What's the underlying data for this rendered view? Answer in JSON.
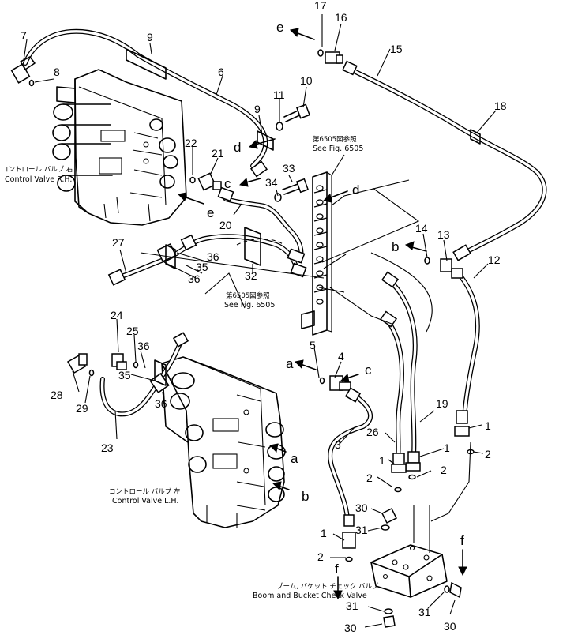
{
  "labels": {
    "n1": "1",
    "n2": "2",
    "n3": "3",
    "n4": "4",
    "n5": "5",
    "n6": "6",
    "n7": "7",
    "n8": "8",
    "n9": "9",
    "n10": "10",
    "n11": "11",
    "n12": "12",
    "n13": "13",
    "n14": "14",
    "n15": "15",
    "n16": "16",
    "n17": "17",
    "n18": "18",
    "n19": "19",
    "n20": "20",
    "n21": "21",
    "n22": "22",
    "n23": "23",
    "n24": "24",
    "n25": "25",
    "n26": "26",
    "n27": "27",
    "n28": "28",
    "n29": "29",
    "n30": "30",
    "n31": "31",
    "n32": "32",
    "n33": "33",
    "n34": "34",
    "n35": "35",
    "n36": "36"
  },
  "flow_letters": {
    "a": "a",
    "b": "b",
    "c": "c",
    "d": "d",
    "e": "e",
    "f": "f"
  },
  "captions": {
    "control_valve_rh_jp": "コントロール バルブ 右",
    "control_valve_rh_en": "Control Valve R.H.",
    "control_valve_lh_jp": "コントロール バルブ 左",
    "control_valve_lh_en": "Control Valve L.H.",
    "check_valve_jp": "ブーム, バケット チェック バルブ",
    "check_valve_en": "Boom and Bucket Check Valve",
    "see_fig_top_jp": "第6505図参照",
    "see_fig_top_en": "See Fig. 6505",
    "see_fig_mid_jp": "第6505図参照",
    "see_fig_mid_en": "See Fig. 6505"
  }
}
